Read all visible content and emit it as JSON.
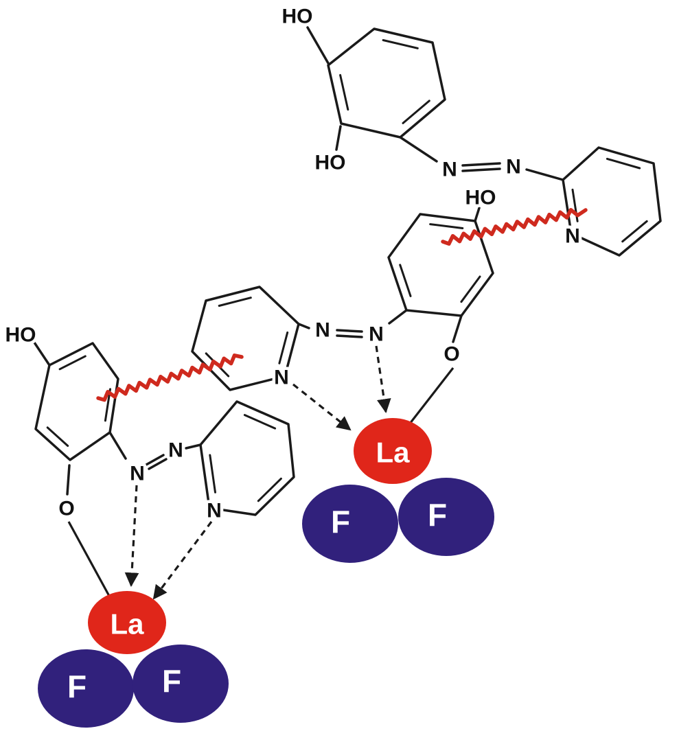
{
  "diagram": {
    "description": "Chemical scheme: azo (pyridylazo-resorcinol type) ligands coordinating lanthanum-fluoride species; dashed arrows mark N to La coordination, solid lines O to La bonds, red zigzags mark interactions",
    "colors": {
      "bond": "#1a1a1a",
      "lanthanum_fill": "#e0261a",
      "fluoride_fill": "#31217c",
      "zigzag": "#cf2a1e",
      "metal_label": "#ffffff"
    },
    "ligand_top": {
      "oh_top": "HO",
      "oh_bottom": "HO",
      "azo_n1": "N",
      "azo_n2": "N",
      "pyridine_n": "N"
    },
    "ligand_middle": {
      "oh": "HO",
      "phenolate_o": "O",
      "azo_n1": "N",
      "azo_n2": "N",
      "pyridine_n": "N"
    },
    "ligand_left": {
      "oh": "HO",
      "phenolate_o": "O",
      "azo_n1": "N",
      "azo_n2": "N",
      "pyridine_n": "N"
    },
    "cluster_upper": {
      "metal": "La",
      "f1": "F",
      "f2": "F"
    },
    "cluster_lower": {
      "metal": "La",
      "f1": "F",
      "f2": "F"
    }
  }
}
